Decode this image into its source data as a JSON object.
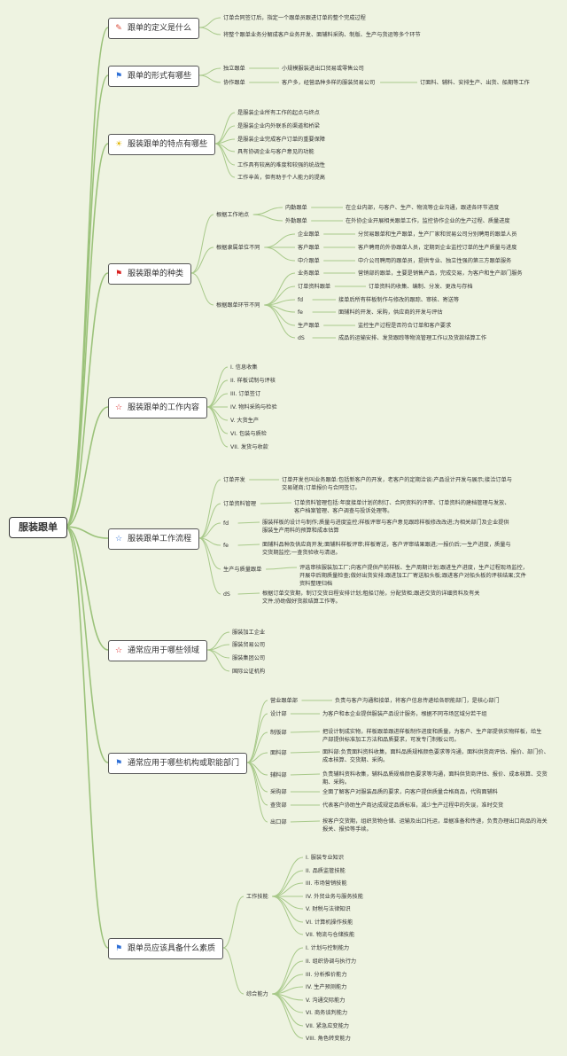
{
  "root": "服装跟单",
  "topics": [
    {
      "label": "跟单的定义是什么",
      "icon": "pencil-icon",
      "icon_char": "✎",
      "icon_color": "#d94b3a",
      "items": [
        {
          "text": "订单合同签订后，指定一个跟单员跟进订单的整个完成过程"
        },
        {
          "text": "将整个跟单业务分解成客户业务开发、面辅料采购、制版、生产与货运等多个环节"
        }
      ]
    },
    {
      "label": "跟单的形式有哪些",
      "icon": "flag-icon",
      "icon_char": "⚑",
      "icon_color": "#2e6fd6",
      "items": [
        {
          "text": "独立跟单",
          "children": [
            {
              "text": "小规模服装进出口贸易或零售公司"
            }
          ]
        },
        {
          "text": "协作跟单",
          "children": [
            {
              "text": "客户多，经营品种多样的服装贸易公司",
              "children": [
                {
                  "text": "订面料、辅料、安排生产、出货、船期等工作"
                }
              ]
            }
          ]
        }
      ]
    },
    {
      "label": "服装跟单的特点有哪些",
      "icon": "bulb-icon",
      "icon_char": "☀",
      "icon_color": "#e0b400",
      "items": [
        {
          "text": "是服装企业所有工作的起点与终点"
        },
        {
          "text": "是服装企业内外联系的渠道和桥梁"
        },
        {
          "text": "是服装企业完成客户订单的重要保障"
        },
        {
          "text": "具有协调企业与客户意见的功能"
        },
        {
          "text": "工作具有较高的难度和较强的统战性"
        },
        {
          "text": "工作辛苦，但有助于个人能力的提高"
        }
      ]
    },
    {
      "label": "服装跟单的种类",
      "icon": "flag-icon",
      "icon_char": "⚑",
      "icon_color": "#d92020",
      "items": [
        {
          "text": "根据工作地点",
          "children": [
            {
              "text": "内勤跟单",
              "children": [
                {
                  "text": "在企业内部，与客户、生产、物流等企业沟通，跟进各环节进度"
                }
              ]
            },
            {
              "text": "外勤跟单",
              "children": [
                {
                  "text": "在外协企业开展相关跟单工作，监控协作企业的生产过程、质量进度"
                }
              ]
            }
          ]
        },
        {
          "text": "根据隶属单位不同",
          "children": [
            {
              "text": "企业跟单",
              "children": [
                {
                  "text": "分贸易跟单和生产跟单，生产厂家和贸易公司分别聘用的跟单人员"
                }
              ]
            },
            {
              "text": "客户跟单",
              "children": [
                {
                  "text": "客户聘用的外协跟单人员，定期到企业监控订单的生产质量与进度"
                }
              ]
            },
            {
              "text": "中介跟单",
              "children": [
                {
                  "text": "中介公司聘用的跟单员，提供专业、独立性强的第三方跟单服务"
                }
              ]
            }
          ]
        },
        {
          "text": "根据跟单环节不同",
          "children": [
            {
              "text": "业务跟单",
              "children": [
                {
                  "text": "营销部的跟单，主要是销售产品，完成交易，为客户和生产部门服务"
                }
              ]
            },
            {
              "text": "订单资料跟单",
              "children": [
                {
                  "text": "订单资料的收集、编制、分发、更改与存档"
                }
              ]
            },
            {
              "text": "fd",
              "children": [
                {
                  "text": "接单后所有样板制作与修改的跟踪、审核、寄送等"
                }
              ]
            },
            {
              "text": "fe",
              "children": [
                {
                  "text": "面辅料的开发、采购，供应商的开发与评估"
                }
              ]
            },
            {
              "text": "生产跟单",
              "children": [
                {
                  "text": "监控生产过程是否符合订单和客户要求"
                }
              ]
            },
            {
              "text": "dS",
              "children": [
                {
                  "text": "成品的运输安排、发货跟踪等物流管理工作以及货款结算工作"
                }
              ]
            }
          ]
        }
      ]
    },
    {
      "label": "服装跟单的工作内容",
      "icon": "star-icon",
      "icon_char": "☆",
      "icon_color": "#d92020",
      "items": [
        {
          "text": "I. 信息收集"
        },
        {
          "text": "II. 样板试制与评核"
        },
        {
          "text": "III. 订单签订"
        },
        {
          "text": "IV. 物料采购与检验"
        },
        {
          "text": "V. 大货生产"
        },
        {
          "text": "VI. 包装与质检"
        },
        {
          "text": "VII. 发货与收款"
        }
      ]
    },
    {
      "label": "服装跟单工作流程",
      "icon": "star-icon",
      "icon_char": "☆",
      "icon_color": "#2e6fd6",
      "items": [
        {
          "text": "订单开发",
          "children": [
            {
              "text": "订单开发也叫业务跟单:包括新客户的开发，老客户的定期洽谈:产品设计开发与展示;接洽订单与交易磋商;订单报价与合同签订。"
            }
          ]
        },
        {
          "text": "订单资料管理",
          "children": [
            {
              "text": "订单资料管理包括:年度接单计划的制订、合同资料的评审、订单资料的建档管理与发放、客户档案管理、客户调查与投诉处理等。"
            }
          ]
        },
        {
          "text": "fd",
          "children": [
            {
              "text": "服装样板的设计与制作;质量与进度监控;样板评审与客户意见跟踪样板修改改进;为相关部门及企业提供服装生产用料的预算和成本估算"
            }
          ]
        },
        {
          "text": "fe",
          "children": [
            {
              "text": "面辅料品种及供应商开发;面辅料样板评审;样板寄送，客户评审结果跟进;一报价后;一生产进度，质量与交货期监控;一查货验收与清退。"
            }
          ]
        },
        {
          "text": "生产与质量跟单",
          "children": [
            {
              "text": "评选审核服装加工厂;向客户提供产前样板、生产周期计划;跟进生产进度，生产过程现场监控，开展中后期质量检查;做好出货安排;跟进加工厂寄送船头板;跟进客户对船头板的评核结果;文件资料整理归档"
            }
          ]
        },
        {
          "text": "dS",
          "children": [
            {
              "text": "根据订单交货期，制订交货日程安排计划;租船订舱，分配货柜;跟进交货的详细资料及有关文件;协助做好货款结算工作等。"
            }
          ]
        }
      ]
    },
    {
      "label": "通常应用于哪些领域",
      "icon": "star-icon",
      "icon_char": "☆",
      "icon_color": "#d92020",
      "items": [
        {
          "text": "服装加工企业"
        },
        {
          "text": "服装贸易公司"
        },
        {
          "text": "服装集团公司"
        },
        {
          "text": "国际公证机构"
        }
      ]
    },
    {
      "label": "通常应用于哪些机构或职能部门",
      "icon": "flag-icon",
      "icon_char": "⚑",
      "icon_color": "#2e6fd6",
      "items": [
        {
          "text": "营业跟单部",
          "children": [
            {
              "text": "负责与客户沟通和接单，将客户信息传递给各职能部门，是核心部门"
            }
          ]
        },
        {
          "text": "设计部",
          "children": [
            {
              "text": "为客户和本企业提供服装产品设计服务，根据不同市场区域分若干组"
            }
          ]
        },
        {
          "text": "制版部",
          "children": [
            {
              "text": "把设计制成实物，样板跟单跟进样板制作进度和质量，为客户、生产部提供实物样板，给生产部提供标准加工方法和品质要求，可发专门制板公司。"
            }
          ]
        },
        {
          "text": "面料部",
          "children": [
            {
              "text": "面料部:负责面料资料收集，面料品质规格颜色要求等沟通，面料供货商评估、报价、部门价、成本核算、交货期、采购。"
            }
          ]
        },
        {
          "text": "辅料部",
          "children": [
            {
              "text": "负责辅料资料收集，辅料品质规格颜色要求等沟通，面料供货商评估、报价、成本核算、交货期、采购。"
            }
          ]
        },
        {
          "text": "采购部",
          "children": [
            {
              "text": "全面了解客户对服装品质的要求，向客户提供质量合格商品，代购面辅料"
            }
          ]
        },
        {
          "text": "查货部",
          "children": [
            {
              "text": "代表客户协助生产商达成规定品质标准，减少生产过程中的失误，准时交货"
            }
          ]
        },
        {
          "text": "出口部",
          "children": [
            {
              "text": "按客户交货期，组织货物仓储、运输及出口托运，单据准备和传递，负责办理出口商品的海关报关、报验等手续。"
            }
          ]
        }
      ]
    },
    {
      "label": "跟单员应该具备什么素质",
      "icon": "flag-icon",
      "icon_char": "⚑",
      "icon_color": "#2e6fd6",
      "items": [
        {
          "text": "工作技能",
          "children": [
            {
              "text": "I. 服装专业知识"
            },
            {
              "text": "II. 品质监管技能"
            },
            {
              "text": "III. 市场营销技能"
            },
            {
              "text": "IV. 外贸业务与服务技能"
            },
            {
              "text": "V. 财税与法律知识"
            },
            {
              "text": "VI. 计算机操作技能"
            },
            {
              "text": "VII. 物流与仓储技能"
            }
          ]
        },
        {
          "text": "综合能力",
          "children": [
            {
              "text": "I. 计划与控制能力"
            },
            {
              "text": "II. 组织协调与执行力"
            },
            {
              "text": "III. 分析推价能力"
            },
            {
              "text": "IV. 生产预测能力"
            },
            {
              "text": "V. 沟通交际能力"
            },
            {
              "text": "VI. 商务谈判能力"
            },
            {
              "text": "VII. 紧急应变能力"
            },
            {
              "text": "VIII. 角色转变能力"
            }
          ]
        }
      ]
    }
  ]
}
